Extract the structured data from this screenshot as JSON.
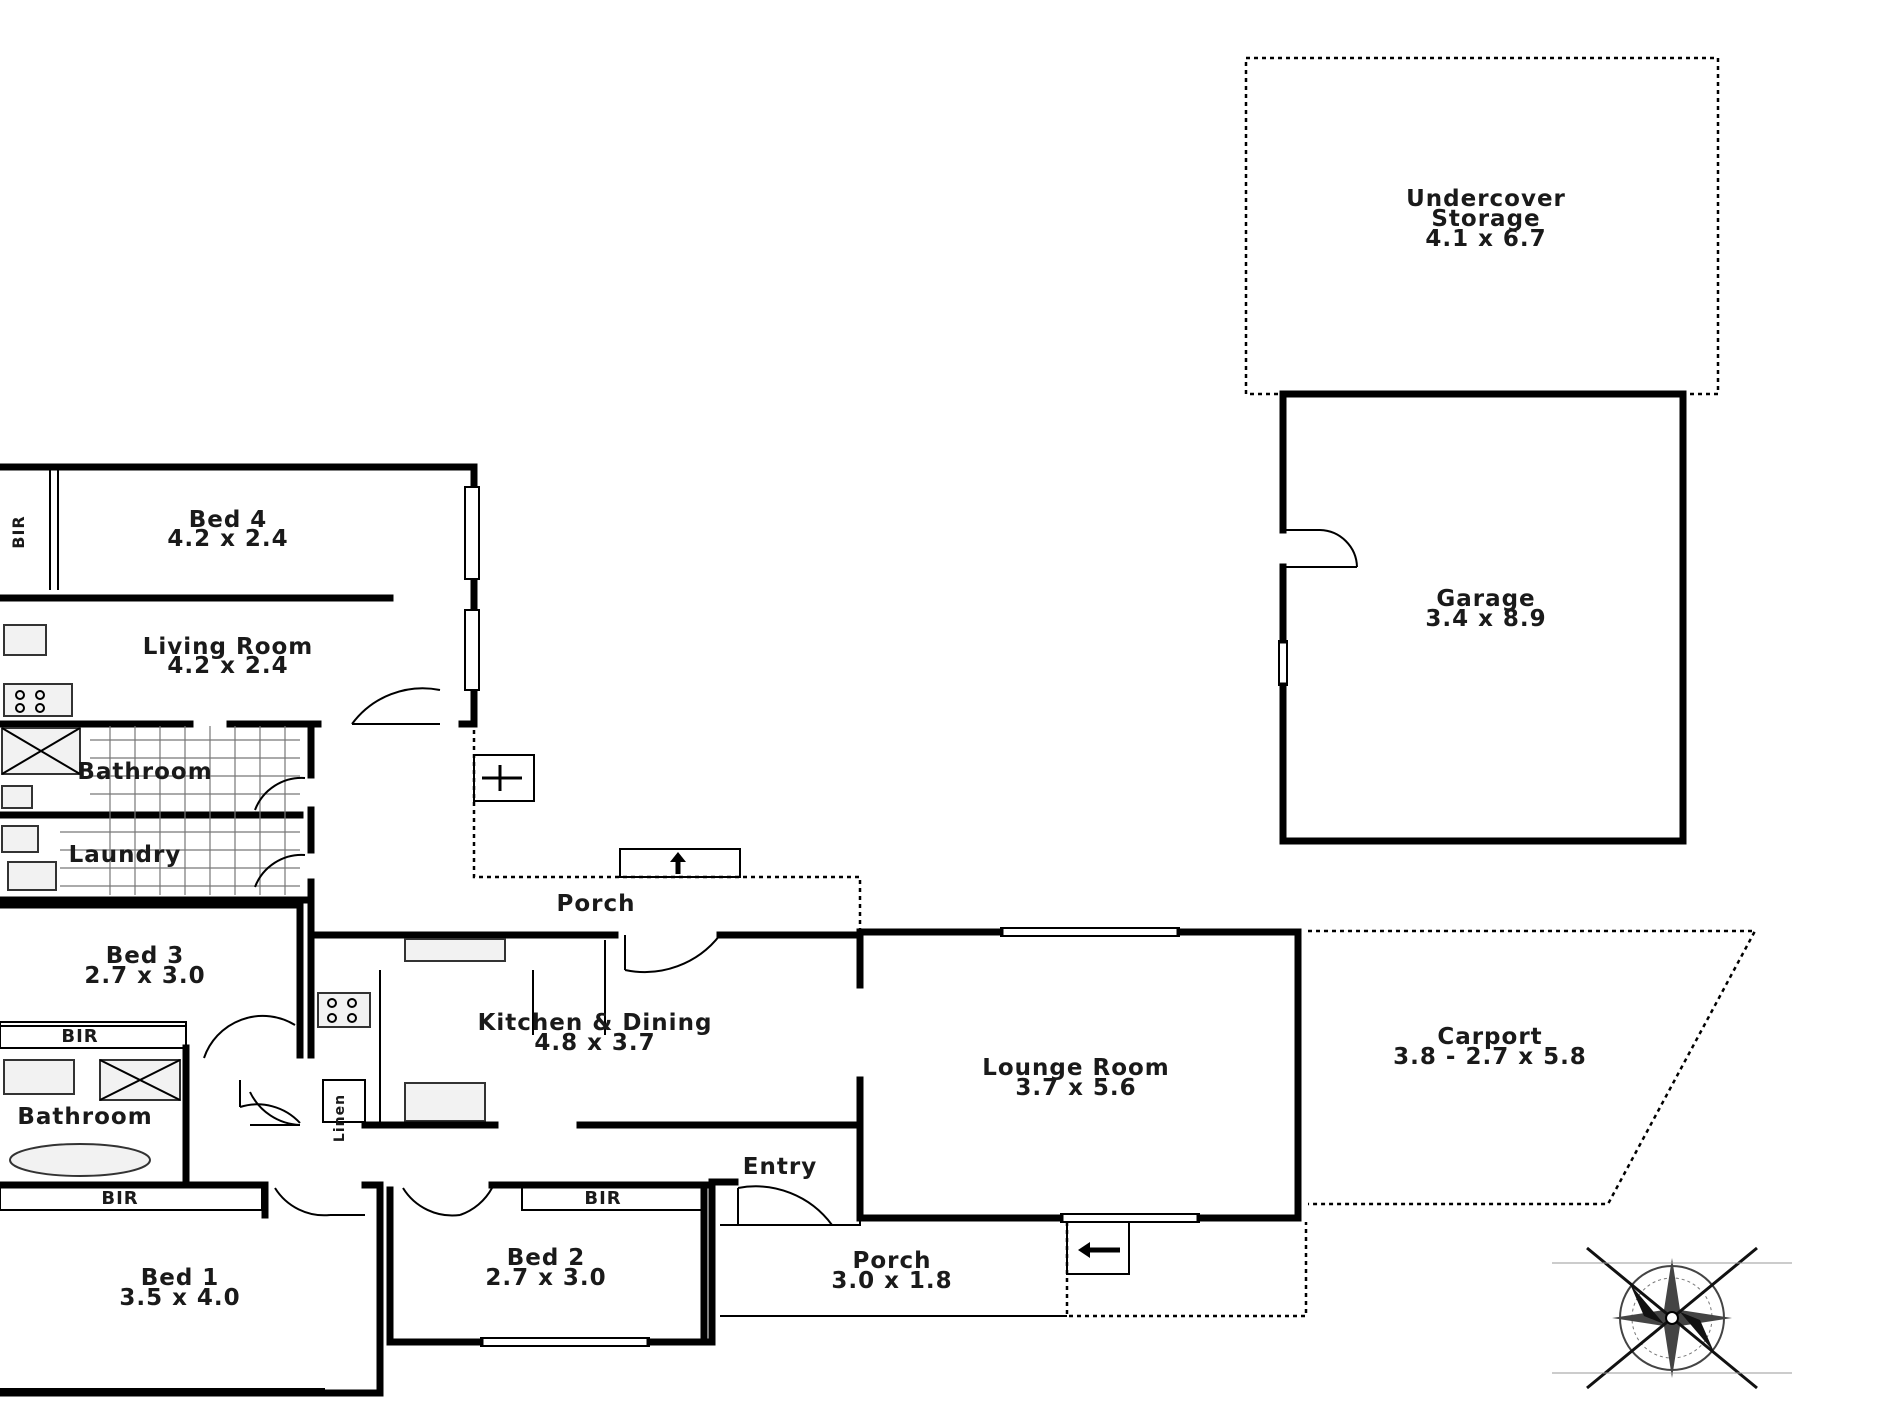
{
  "rooms": {
    "undercover_storage": {
      "name_line1": "Undercover",
      "name_line2": "Storage",
      "size": "4.1 x 6.7"
    },
    "garage": {
      "name": "Garage",
      "size": "3.4 x 8.9"
    },
    "bed4": {
      "name": "Bed 4",
      "size": "4.2 x 2.4"
    },
    "living": {
      "name": "Living Room",
      "size": "4.2 x 2.4"
    },
    "bathroom_upper": {
      "name": "Bathroom"
    },
    "laundry": {
      "name": "Laundry"
    },
    "porch_north": {
      "name": "Porch"
    },
    "bed3": {
      "name": "Bed 3",
      "size": "2.7 x 3.0"
    },
    "kitchen": {
      "name": "Kitchen & Dining",
      "size": "4.8 x 3.7"
    },
    "lounge": {
      "name": "Lounge Room",
      "size": "3.7 x 5.6"
    },
    "carport": {
      "name": "Carport",
      "size": "3.8 - 2.7 x 5.8"
    },
    "bir_bed3": {
      "name": "BIR"
    },
    "bathroom_lower": {
      "name": "Bathroom"
    },
    "bir_bed1": {
      "name": "BIR"
    },
    "bir_bed2": {
      "name": "BIR"
    },
    "bir_bed4": {
      "name": "BIR"
    },
    "entry": {
      "name": "Entry"
    },
    "bed1": {
      "name": "Bed 1",
      "size": "3.5 x 4.0"
    },
    "bed2": {
      "name": "Bed 2",
      "size": "2.7 x 3.0"
    },
    "porch_south": {
      "name": "Porch",
      "size": "3.0 x 1.8"
    },
    "linen": {
      "name": "Linen"
    }
  },
  "icons": {
    "compass": "compass-rose-icon",
    "entry_arrow": "arrow-icon"
  }
}
